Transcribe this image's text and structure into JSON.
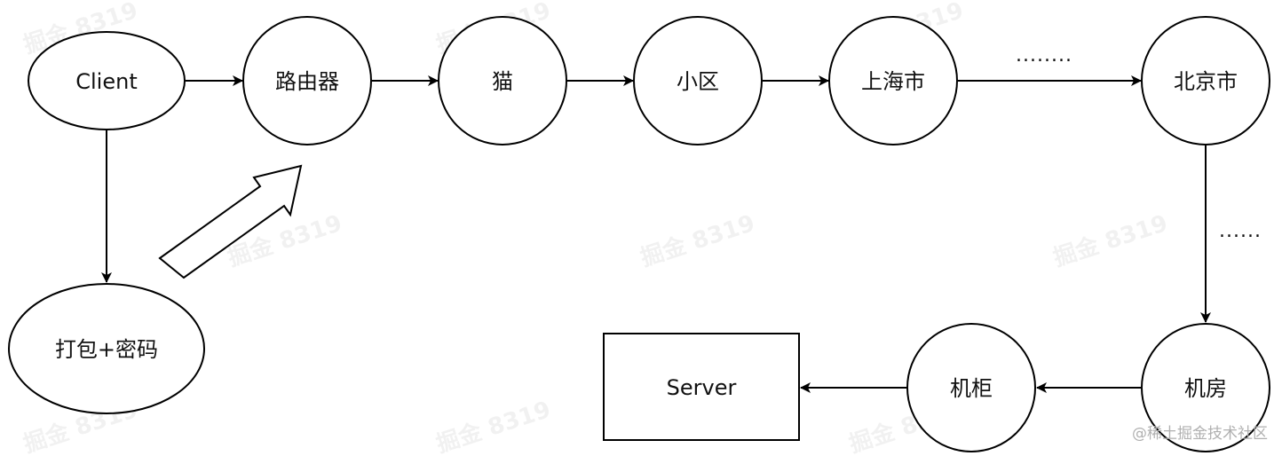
{
  "nodes": {
    "client": "Client",
    "router": "路由器",
    "modem": "猫",
    "community": "小区",
    "shanghai": "上海市",
    "beijing": "北京市",
    "package": "打包+密码",
    "server": "Server",
    "cabinet": "机柜",
    "datacenter": "机房"
  },
  "ellipsis": {
    "top": "........",
    "right": "......"
  },
  "watermark": "掘金 8319",
  "credit": "@稀土掘金技术社区"
}
